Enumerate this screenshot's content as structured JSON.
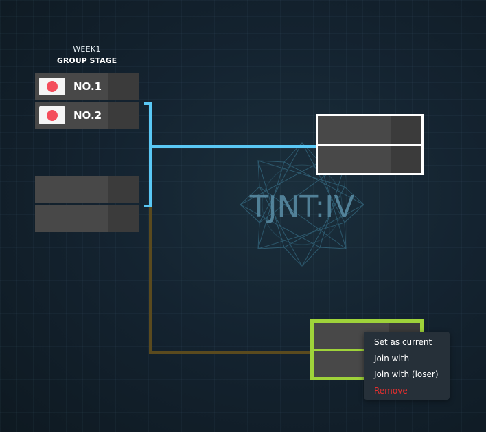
{
  "stage": {
    "week": "WEEK1",
    "title": "GROUP STAGE"
  },
  "matches": [
    {
      "teams": [
        {
          "name": "NO.1",
          "flag": "red-circle-flag-icon"
        },
        {
          "name": "NO.2",
          "flag": "red-circle-flag-icon"
        }
      ]
    },
    {
      "teams": [
        {
          "name": ""
        },
        {
          "name": ""
        }
      ]
    }
  ],
  "logo": {
    "text": "TJNT:IV"
  },
  "context_menu": {
    "items": [
      {
        "label": "Set as current"
      },
      {
        "label": "Join with"
      },
      {
        "label": "Join with (loser)"
      },
      {
        "label": "Remove"
      }
    ]
  },
  "colors": {
    "winner_line": "#5ac8f5",
    "loser_line": "#5a4a1e",
    "current_outline": "#9fd33a",
    "selected_outline": "#ffffff",
    "flag_dot": "#f44d5b",
    "danger": "#e12f2f"
  }
}
